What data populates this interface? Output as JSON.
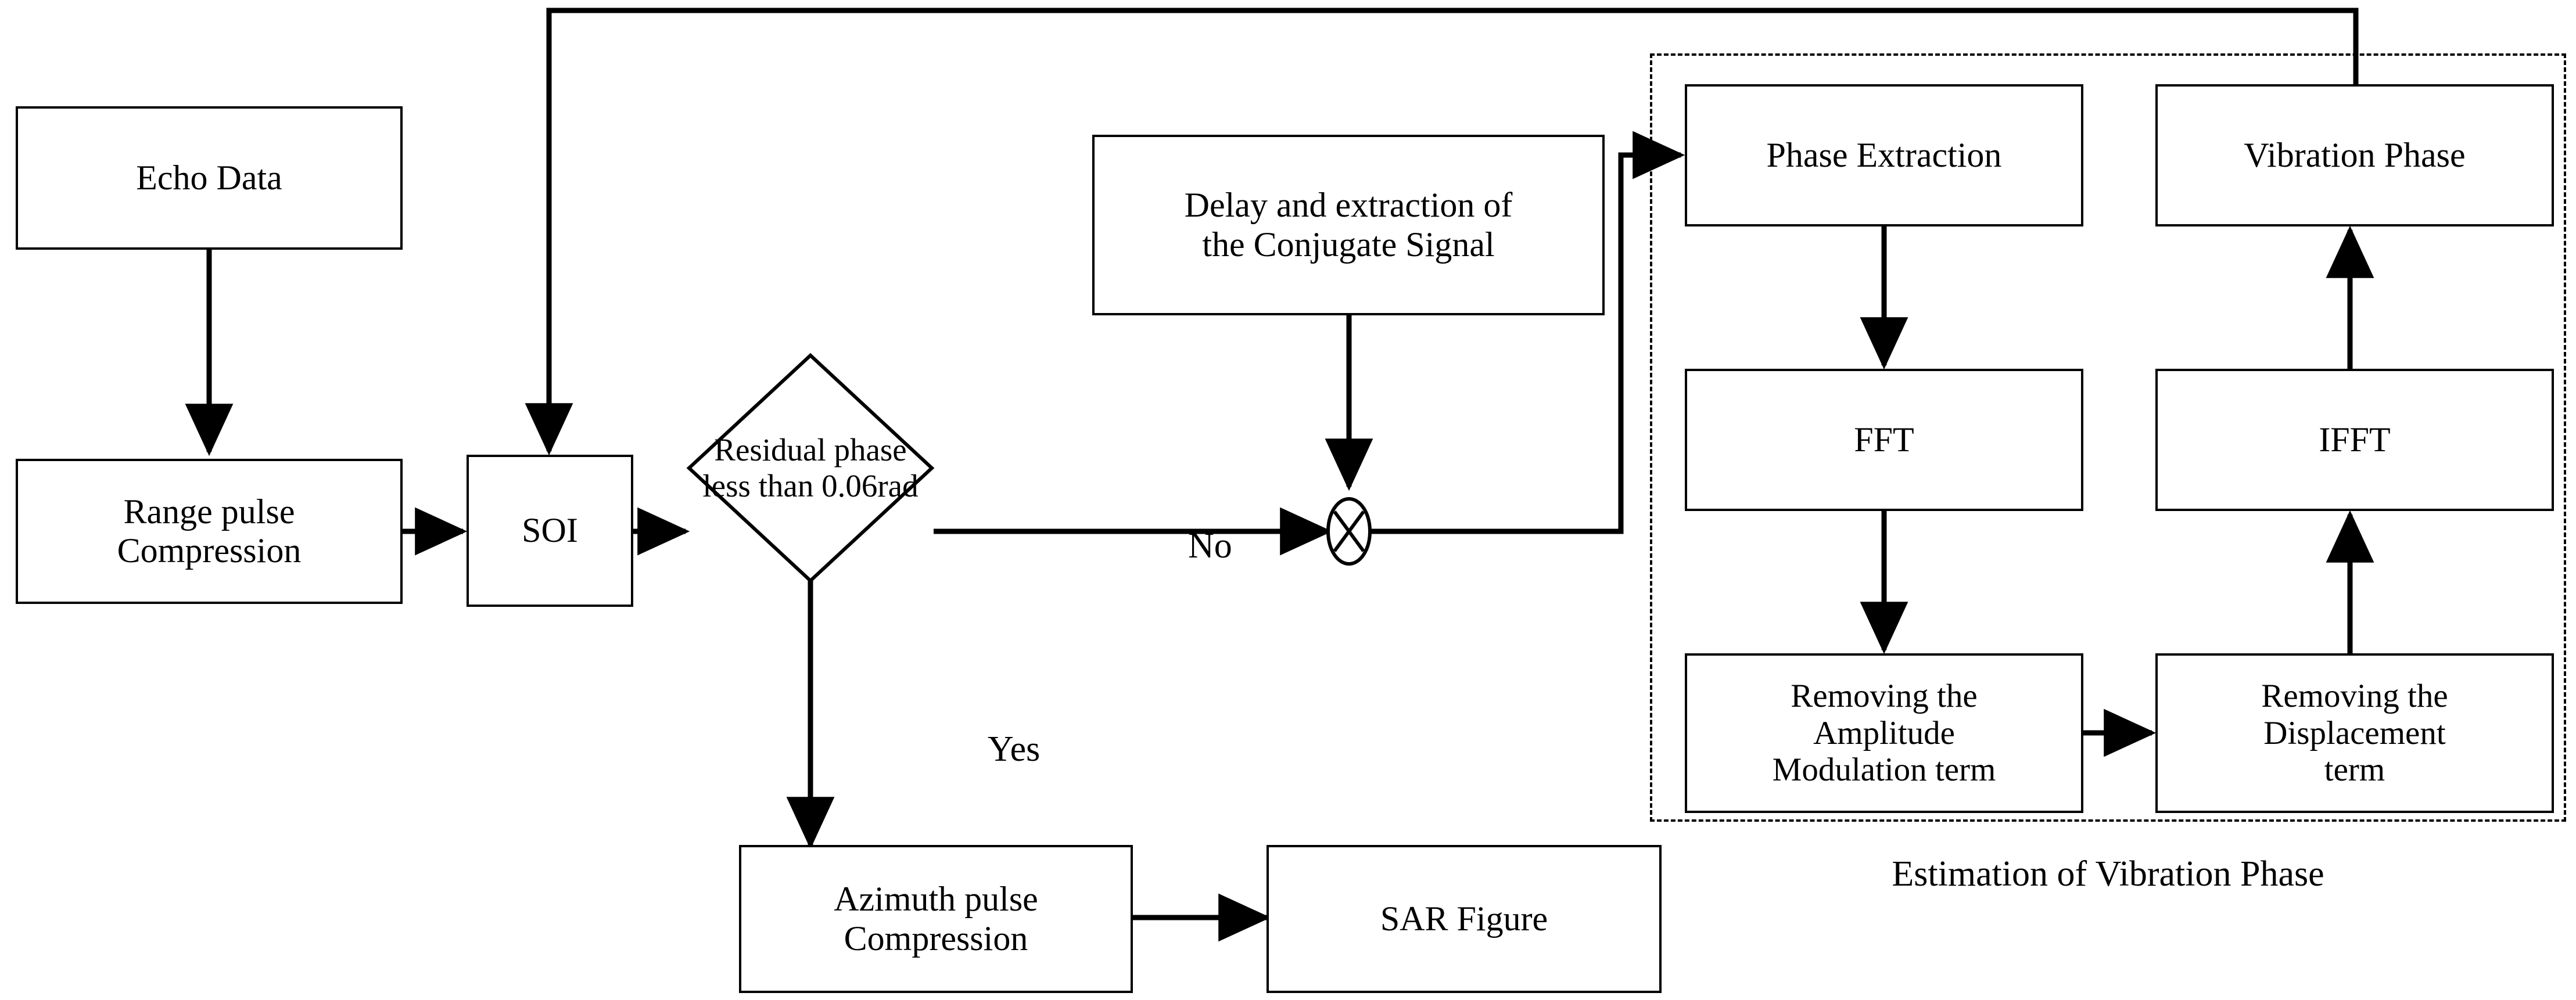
{
  "diagram": {
    "title": "SAR vibration phase estimation flowchart",
    "colors": {
      "stroke": "#000000",
      "fill": "#ffffff",
      "background": "#ffffff"
    },
    "nodes": {
      "echo_data": {
        "label": "Echo Data",
        "shape": "rect"
      },
      "range_pulse_compression": {
        "label": "Range pulse\nCompression",
        "shape": "rect"
      },
      "soi": {
        "label": "SOI",
        "shape": "rect"
      },
      "decision": {
        "label": "Residual phase\nless than 0.06rad",
        "shape": "diamond"
      },
      "delay_extraction": {
        "label": "Delay and extraction of\nthe Conjugate Signal",
        "shape": "rect"
      },
      "multiplier": {
        "label": "⊗",
        "shape": "circle-cross"
      },
      "azimuth_pulse_compression": {
        "label": "Azimuth pulse\nCompression",
        "shape": "rect"
      },
      "sar_figure": {
        "label": "SAR Figure",
        "shape": "rect"
      },
      "phase_extraction": {
        "label": "Phase Extraction",
        "shape": "rect"
      },
      "vibration_phase": {
        "label": "Vibration Phase",
        "shape": "rect"
      },
      "fft": {
        "label": "FFT",
        "shape": "rect"
      },
      "ifft": {
        "label": "IFFT",
        "shape": "rect"
      },
      "removing_amplitude": {
        "label": "Removing the\nAmplitude\nModulation term",
        "shape": "rect"
      },
      "removing_displacement": {
        "label": "Removing the\nDisplacement\nterm",
        "shape": "rect"
      }
    },
    "edge_labels": {
      "no": "No",
      "yes": "Yes"
    },
    "group": {
      "caption": "Estimation of Vibration Phase",
      "border_style": "dashed"
    }
  }
}
